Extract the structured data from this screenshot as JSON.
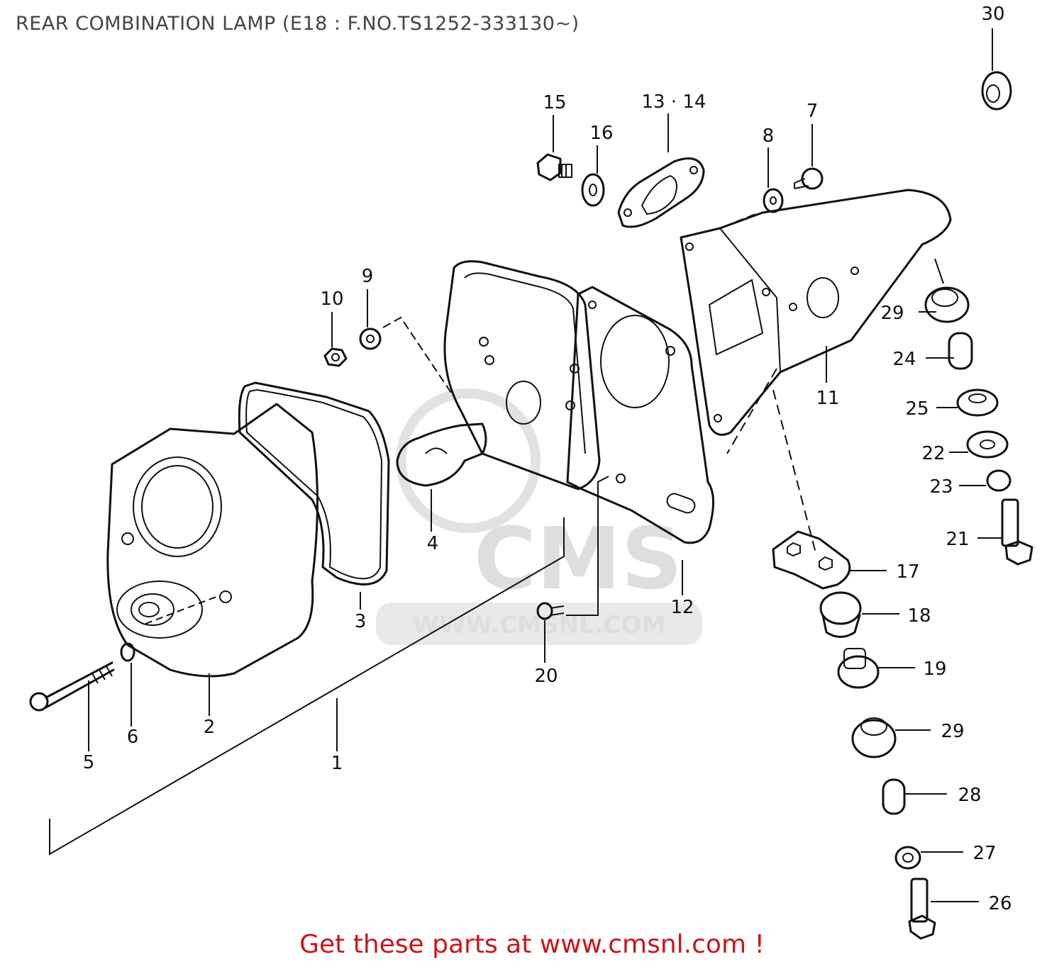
{
  "title": "REAR COMBINATION LAMP (E18 : F.NO.TS1252-333130~)",
  "footer": "Get these parts at www.cmsnl.com !",
  "watermark": {
    "logo": "CMS",
    "url": "WWW.CMSNL.COM"
  },
  "callouts": {
    "c1": "1",
    "c2": "2",
    "c3": "3",
    "c4": "4",
    "c5": "5",
    "c6": "6",
    "c7": "7",
    "c8": "8",
    "c9": "9",
    "c10": "10",
    "c11": "11",
    "c12": "12",
    "c13_14": "13 · 14",
    "c15": "15",
    "c16": "16",
    "c17": "17",
    "c18": "18",
    "c19": "19",
    "c20": "20",
    "c21": "21",
    "c22": "22",
    "c23": "23",
    "c24": "24",
    "c25": "25",
    "c26": "26",
    "c27": "27",
    "c28": "28",
    "c29a": "29",
    "c29b": "29",
    "c30": "30"
  },
  "colors": {
    "footer": "#c8151b",
    "title": "#444444",
    "lines": "#111111",
    "watermark": "#e9e9e9"
  }
}
